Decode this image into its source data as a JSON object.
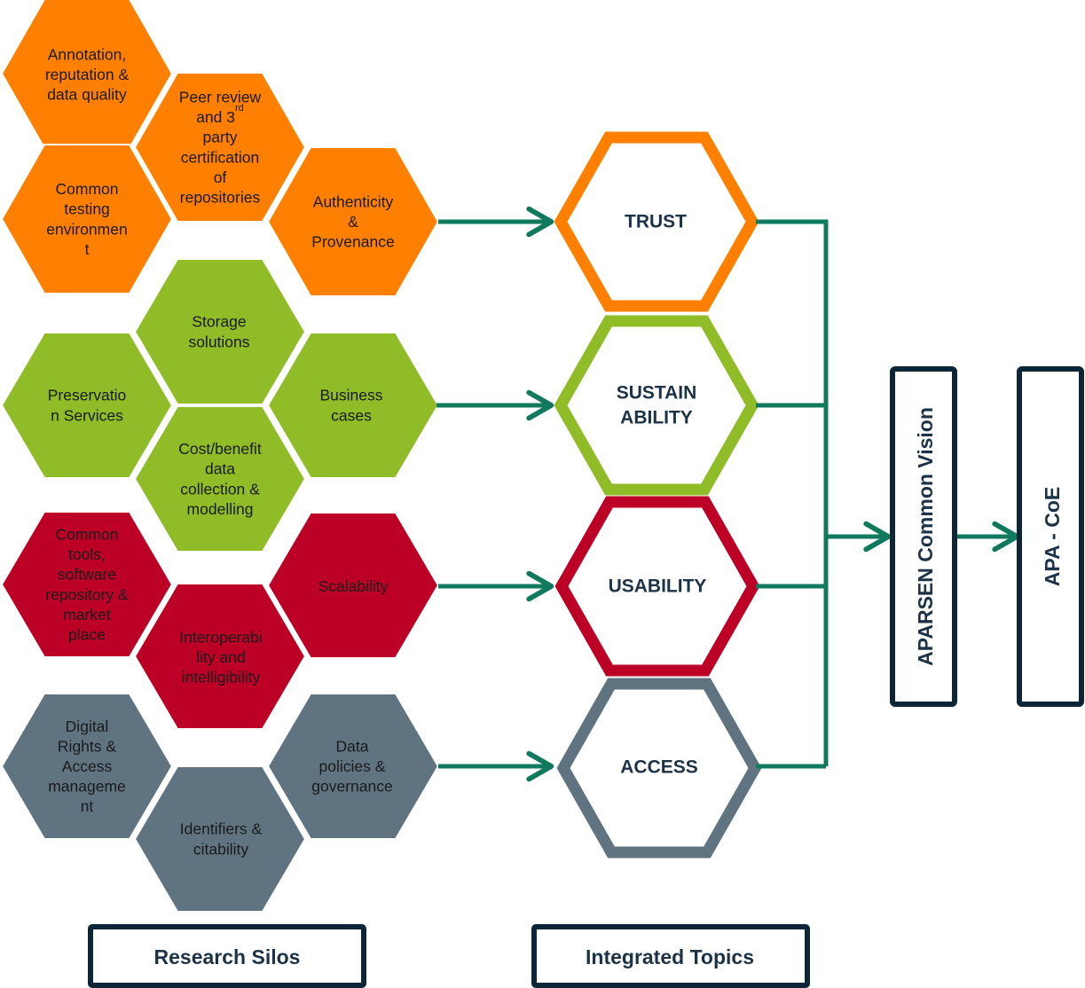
{
  "colors": {
    "trust": "#ff8000",
    "sustainability": "#8fbc27",
    "usability": "#bd0026",
    "access": "#5f7480",
    "arrow": "#117a5e",
    "navy": "#0c2537",
    "topic_text": "#1c3347"
  },
  "silos": {
    "trust": [
      {
        "lines": [
          "Annotation,",
          "reputation &",
          "data quality"
        ]
      },
      {
        "lines": [
          "Peer review",
          "and 3",
          "party",
          "certification",
          "of",
          "repositories"
        ],
        "sup": "rd"
      },
      {
        "lines": [
          "Common",
          "testing",
          "environmen",
          "t"
        ]
      },
      {
        "lines": [
          "Authenticity",
          "&",
          "Provenance"
        ]
      }
    ],
    "sustainability": [
      {
        "lines": [
          "Storage",
          "solutions"
        ]
      },
      {
        "lines": [
          "Preservatio",
          "n Services"
        ]
      },
      {
        "lines": [
          "Business",
          "cases"
        ]
      },
      {
        "lines": [
          "Cost/benefit",
          "data",
          "collection &",
          "modelling"
        ]
      }
    ],
    "usability": [
      {
        "lines": [
          "Common",
          "tools,",
          "software",
          "repository &",
          "market",
          "place"
        ]
      },
      {
        "lines": [
          "Scalability"
        ]
      },
      {
        "lines": [
          "Interoperabi",
          "lity and",
          "intelligibility"
        ]
      }
    ],
    "access": [
      {
        "lines": [
          "Digital",
          "Rights &",
          "Access",
          "manageme",
          "nt"
        ]
      },
      {
        "lines": [
          "Data",
          "policies &",
          "governance"
        ]
      },
      {
        "lines": [
          "Identifiers &",
          "citability"
        ]
      }
    ]
  },
  "topics": {
    "trust": [
      "TRUST"
    ],
    "sustainability": [
      "SUSTAIN",
      "ABILITY"
    ],
    "usability": [
      "USABILITY"
    ],
    "access": [
      "ACCESS"
    ]
  },
  "vision": "APARSEN Common Vision",
  "coe": "APA - CoE",
  "labels": {
    "research_silos": "Research Silos",
    "integrated_topics": "Integrated Topics"
  }
}
